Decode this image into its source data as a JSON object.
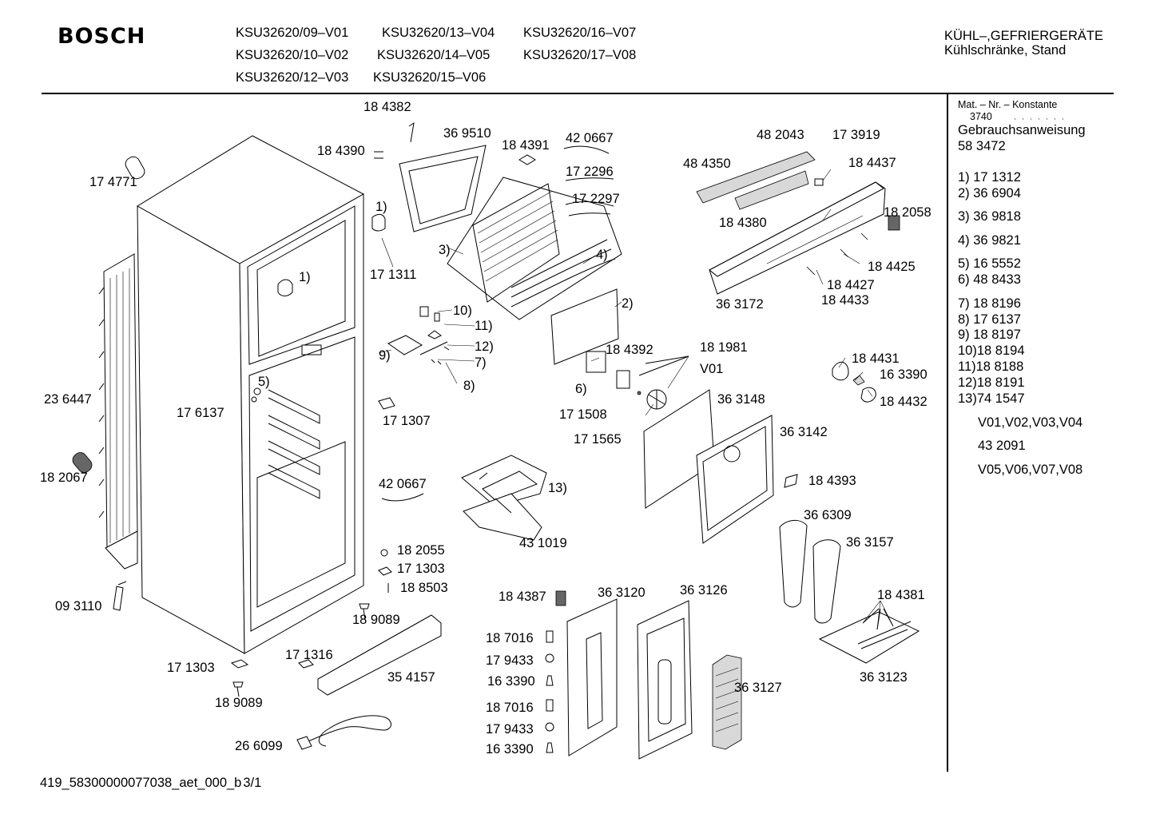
{
  "header": {
    "brand": "BOSCH",
    "models": [
      "KSU32620/09–V01",
      "KSU32620/13–V04",
      "KSU32620/16–V07",
      "KSU32620/10–V02",
      "KSU32620/14–V05",
      "KSU32620/17–V08",
      "KSU32620/12–V03",
      "KSU32620/15–V06"
    ],
    "category_line1": "KÜHL–,GEFRIERGERÄTE",
    "category_line2": "Kühlschränke, Stand"
  },
  "sidebar": {
    "mat_label": "Mat. – Nr. – Konstante",
    "mat_value": "3740",
    "manual_label": "Gebrauchsanweisung",
    "manual_number": "58 3472",
    "parts": [
      "1) 17 1312",
      "2) 36 6904",
      "3) 36 9818",
      "4) 36 9821",
      "5) 16 5552",
      "6) 48 8433",
      "7) 18 8196",
      "8) 17 6137",
      "9) 18 8197",
      "10)18 8194",
      "11)18 8188",
      "12)18 8191",
      "13)74 1547"
    ],
    "variant_group_1": "V01,V02,V03,V04",
    "variant_part": "43 2091",
    "variant_group_2": "V05,V06,V07,V08"
  },
  "labels": [
    "18 4382",
    "36 9510",
    "18 4390",
    "18 4391",
    "42 0667",
    "17 2296",
    "17 2297",
    "17 4771",
    "1)",
    "17 1311",
    "3)",
    "4)",
    "1)",
    "2)",
    "48 2043",
    "17 3919",
    "48 4350",
    "18 4437",
    "18 4380",
    "18 2058",
    "18 4425",
    "18 4427",
    "18 4433",
    "36 3172",
    "10)",
    "11)",
    "12)",
    "7)",
    "9)",
    "8)",
    "18 4392",
    "18 1981",
    "V01",
    "6)",
    "17 1508",
    "17 1565",
    "36 3148",
    "36 3142",
    "18 4431",
    "16 3390",
    "18 4432",
    "23 6447",
    "5)",
    "17 6137",
    "17 1307",
    "18 2067",
    "42 0667",
    "13)",
    "43 1019",
    "18 4393",
    "36 6309",
    "36 3157",
    "18 2055",
    "17 1303",
    "18 8503",
    "09 3110",
    "18 9089",
    "18 4387",
    "36 3120",
    "36 3126",
    "18 4381",
    "18 7016",
    "17 9433",
    "16 3390",
    "36 3127",
    "36 3123",
    "17 1303",
    "17 1316",
    "35 4157",
    "18 9089",
    "18 7016",
    "17 9433",
    "16 3390",
    "26 6099"
  ],
  "footer": {
    "code": "419_58300000077038_aet_000_b",
    "page": "3/1"
  }
}
